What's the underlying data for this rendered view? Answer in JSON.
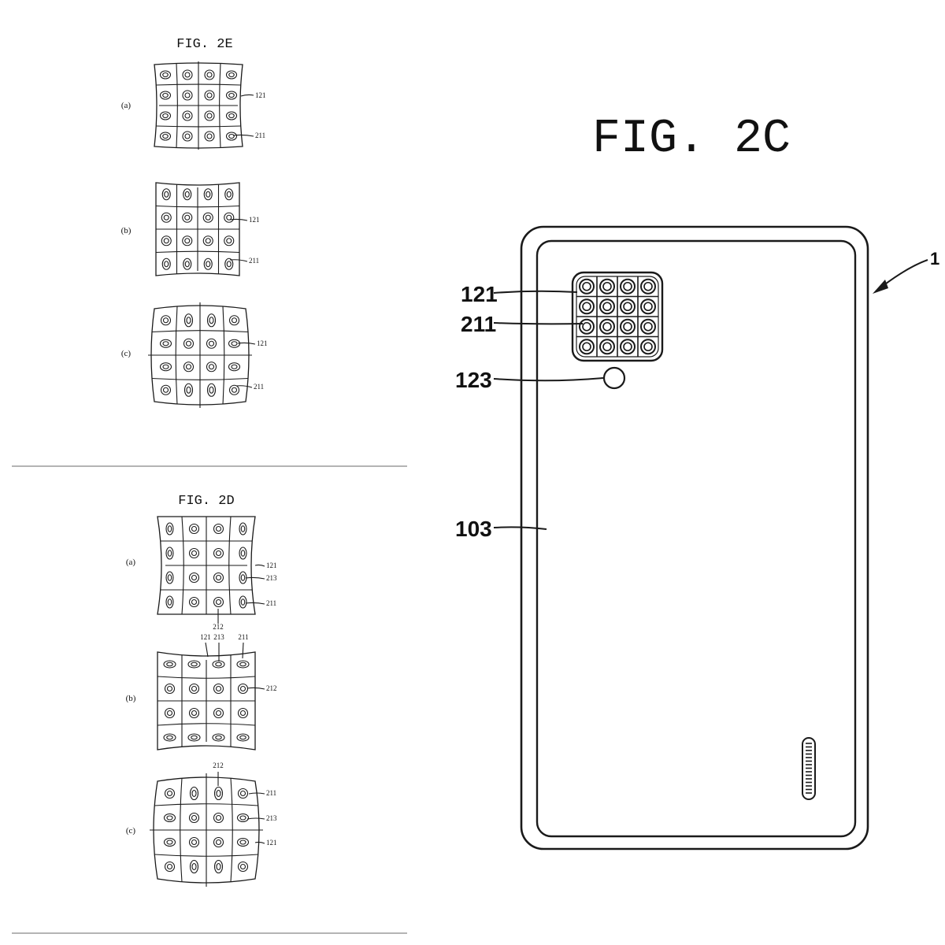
{
  "fig_2e": {
    "title": "FIG. 2E",
    "panels": [
      {
        "label": "(a)",
        "callouts": [
          "121",
          "211"
        ]
      },
      {
        "label": "(b)",
        "callouts": [
          "121",
          "211"
        ]
      },
      {
        "label": "(c)",
        "callouts": [
          "121",
          "211"
        ]
      }
    ]
  },
  "fig_2d": {
    "title": "FIG. 2D",
    "panels": [
      {
        "label": "(a)",
        "callouts": [
          "121",
          "213",
          "211",
          "212"
        ]
      },
      {
        "label": "(b)",
        "callouts": [
          "121",
          "213",
          "211",
          "212"
        ]
      },
      {
        "label": "(c)",
        "callouts": [
          "212",
          "211",
          "213",
          "121"
        ]
      }
    ]
  },
  "fig_2c": {
    "title": "FIG. 2C",
    "callouts": [
      "121",
      "211",
      "123",
      "103"
    ],
    "edge_mark": "1"
  },
  "icons": {
    "lens_array": "lens-grid-icon",
    "flash": "flash-icon",
    "speaker": "speaker-grille-icon"
  }
}
